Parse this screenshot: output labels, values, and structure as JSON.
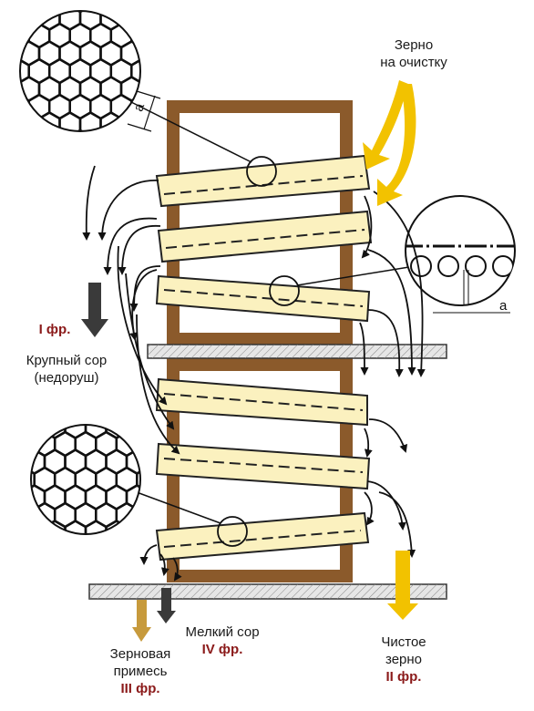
{
  "labels": {
    "grain_in_line1": "Зерно",
    "grain_in_line2": "на очистку",
    "coarse_fraction": "I фр.",
    "coarse_line1": "Крупный сор",
    "coarse_line2": "(недоруш)",
    "fine_line1": "Мелкий сор",
    "fine_fraction": "IV фр.",
    "admix_line1": "Зерновая",
    "admix_line2": "примесь",
    "admix_fraction": "III фр.",
    "clean_line1": "Чистое",
    "clean_line2": "зерно",
    "clean_fraction": "II фр.",
    "dim_top": "a",
    "dim_right": "a"
  },
  "colors": {
    "frame": "#8b5a2b",
    "sieve_fill": "#fbf1bf",
    "arrow_yellow": "#f2c200",
    "arrow_dark": "#3a3a3a",
    "arrow_tan": "#c79a3c",
    "fraction_text": "#8b1a1a",
    "plate_fill": "#e6e6e6"
  }
}
